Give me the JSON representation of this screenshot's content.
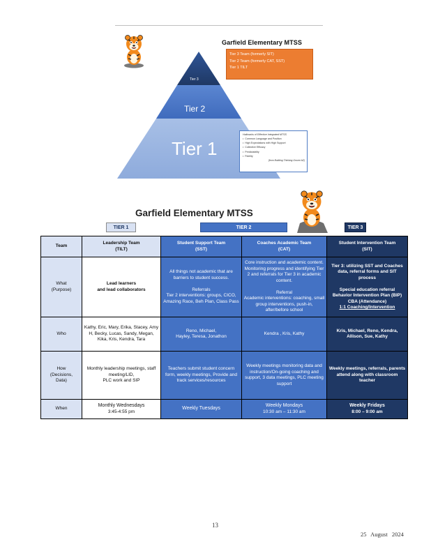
{
  "top_graphic": {
    "title": "Garfield Elementary MTSS",
    "tier_box_lines": [
      "Tier 3 Team (formerly SIT)",
      "Tier 2 Team (formerly CAT, SST)",
      "Tier 1   TILT"
    ],
    "pyramid": {
      "tier3": "Tier 3",
      "tier2": "Tier 2",
      "tier1": "Tier 1"
    },
    "note": {
      "title": "Hallmarks of Effective Integrated MTSS",
      "items": [
        "Common Language and Position",
        "High Expectations with High Support",
        "Collective Efficacy",
        "Predictability",
        "Fidelity"
      ],
      "footer": "(from Building Thinking Grover AZ)"
    }
  },
  "table_section": {
    "title": "Garfield Elementary MTSS",
    "tier_headers": {
      "tier1": "TIER 1",
      "tier2": "TIER 2",
      "tier3": "TIER 3"
    },
    "header_row": {
      "label": "Team",
      "tilt": "Leadership Team\n(TILT)",
      "sst": "Student Support Team\n(SST)",
      "cat": "Coaches Academic Team\n(CAT)",
      "sit": "Student Intervention Team\n(SIT)"
    },
    "what_row": {
      "label": "What\n(Purpose)",
      "tilt": "Lead learners\nand lead collaborators",
      "sst": "All things not academic that are barriers to student success.\n\nReferrals\nTier 2 interventions:  groups, CICO, Amazing Race, Beh Plan, Class Pass",
      "cat": "Core instruction and academic content.  Monitoring progress and identifying Tier 2 and referrals for Tier 3 in academic content.\n\nReferral\nAcademic interventions:  coaching, small group interventions, push-in, after/before school",
      "sit_main": "Tier 3: utilizing SST and Coaches data, referral forms and SIT process\n\nSpecial education referral\nBehavior Intervention Plan (BIP)\nCBA (Attendance)",
      "sit_last": "1:1 Coaching/Intervention"
    },
    "who_row": {
      "label": "Who",
      "tilt": "Kathy, Eric, Mary, Erika, Stacey, Amy H, Becky, Lucas, Sandy, Megan, Kika, Kris, Kendra, Tara",
      "sst": "Reno, Michael,\nHayley, Teresa, Jonathon",
      "cat": "Kendra , Kris, Kathy",
      "sit": "Kris, Michael, Reno, Kendra, Allison, Sue, Kathy"
    },
    "how_row": {
      "label": "How\n(Decisions,\nData)",
      "tilt": "Monthly leadership meetings, staff meeting/LID,\nPLC work and SIP",
      "sst": "Teachers submit student concern form, weekly meetings, Provide and track services/resources",
      "cat": "Weekly meetings monitoring data and instruction/On-going coaching and support, 3 data meetings, PLC meeting support",
      "sit": "Weekly meetings, referrals, parents attend along with classroom teacher"
    },
    "when_row": {
      "label": "When",
      "tilt_day": "Monthly Wednesdays",
      "tilt_time": "3:45-4:55 pm",
      "sst_day": "Weekly Tuesdays",
      "cat_day": "Weekly Mondays",
      "cat_time": "10:30 am – 11:30 am",
      "sit_day": "Weekly Fridays",
      "sit_time": "8:00 – 9:00 am"
    }
  },
  "footer": {
    "page_number": "13",
    "date": "25 August 2024"
  },
  "colors": {
    "tier1_light": "#d9e2f3",
    "tier2_blue": "#4472c4",
    "tier3_navy": "#1f3864",
    "orange": "#ec7d31"
  },
  "icons": [
    "tiger-mascot-icon"
  ]
}
